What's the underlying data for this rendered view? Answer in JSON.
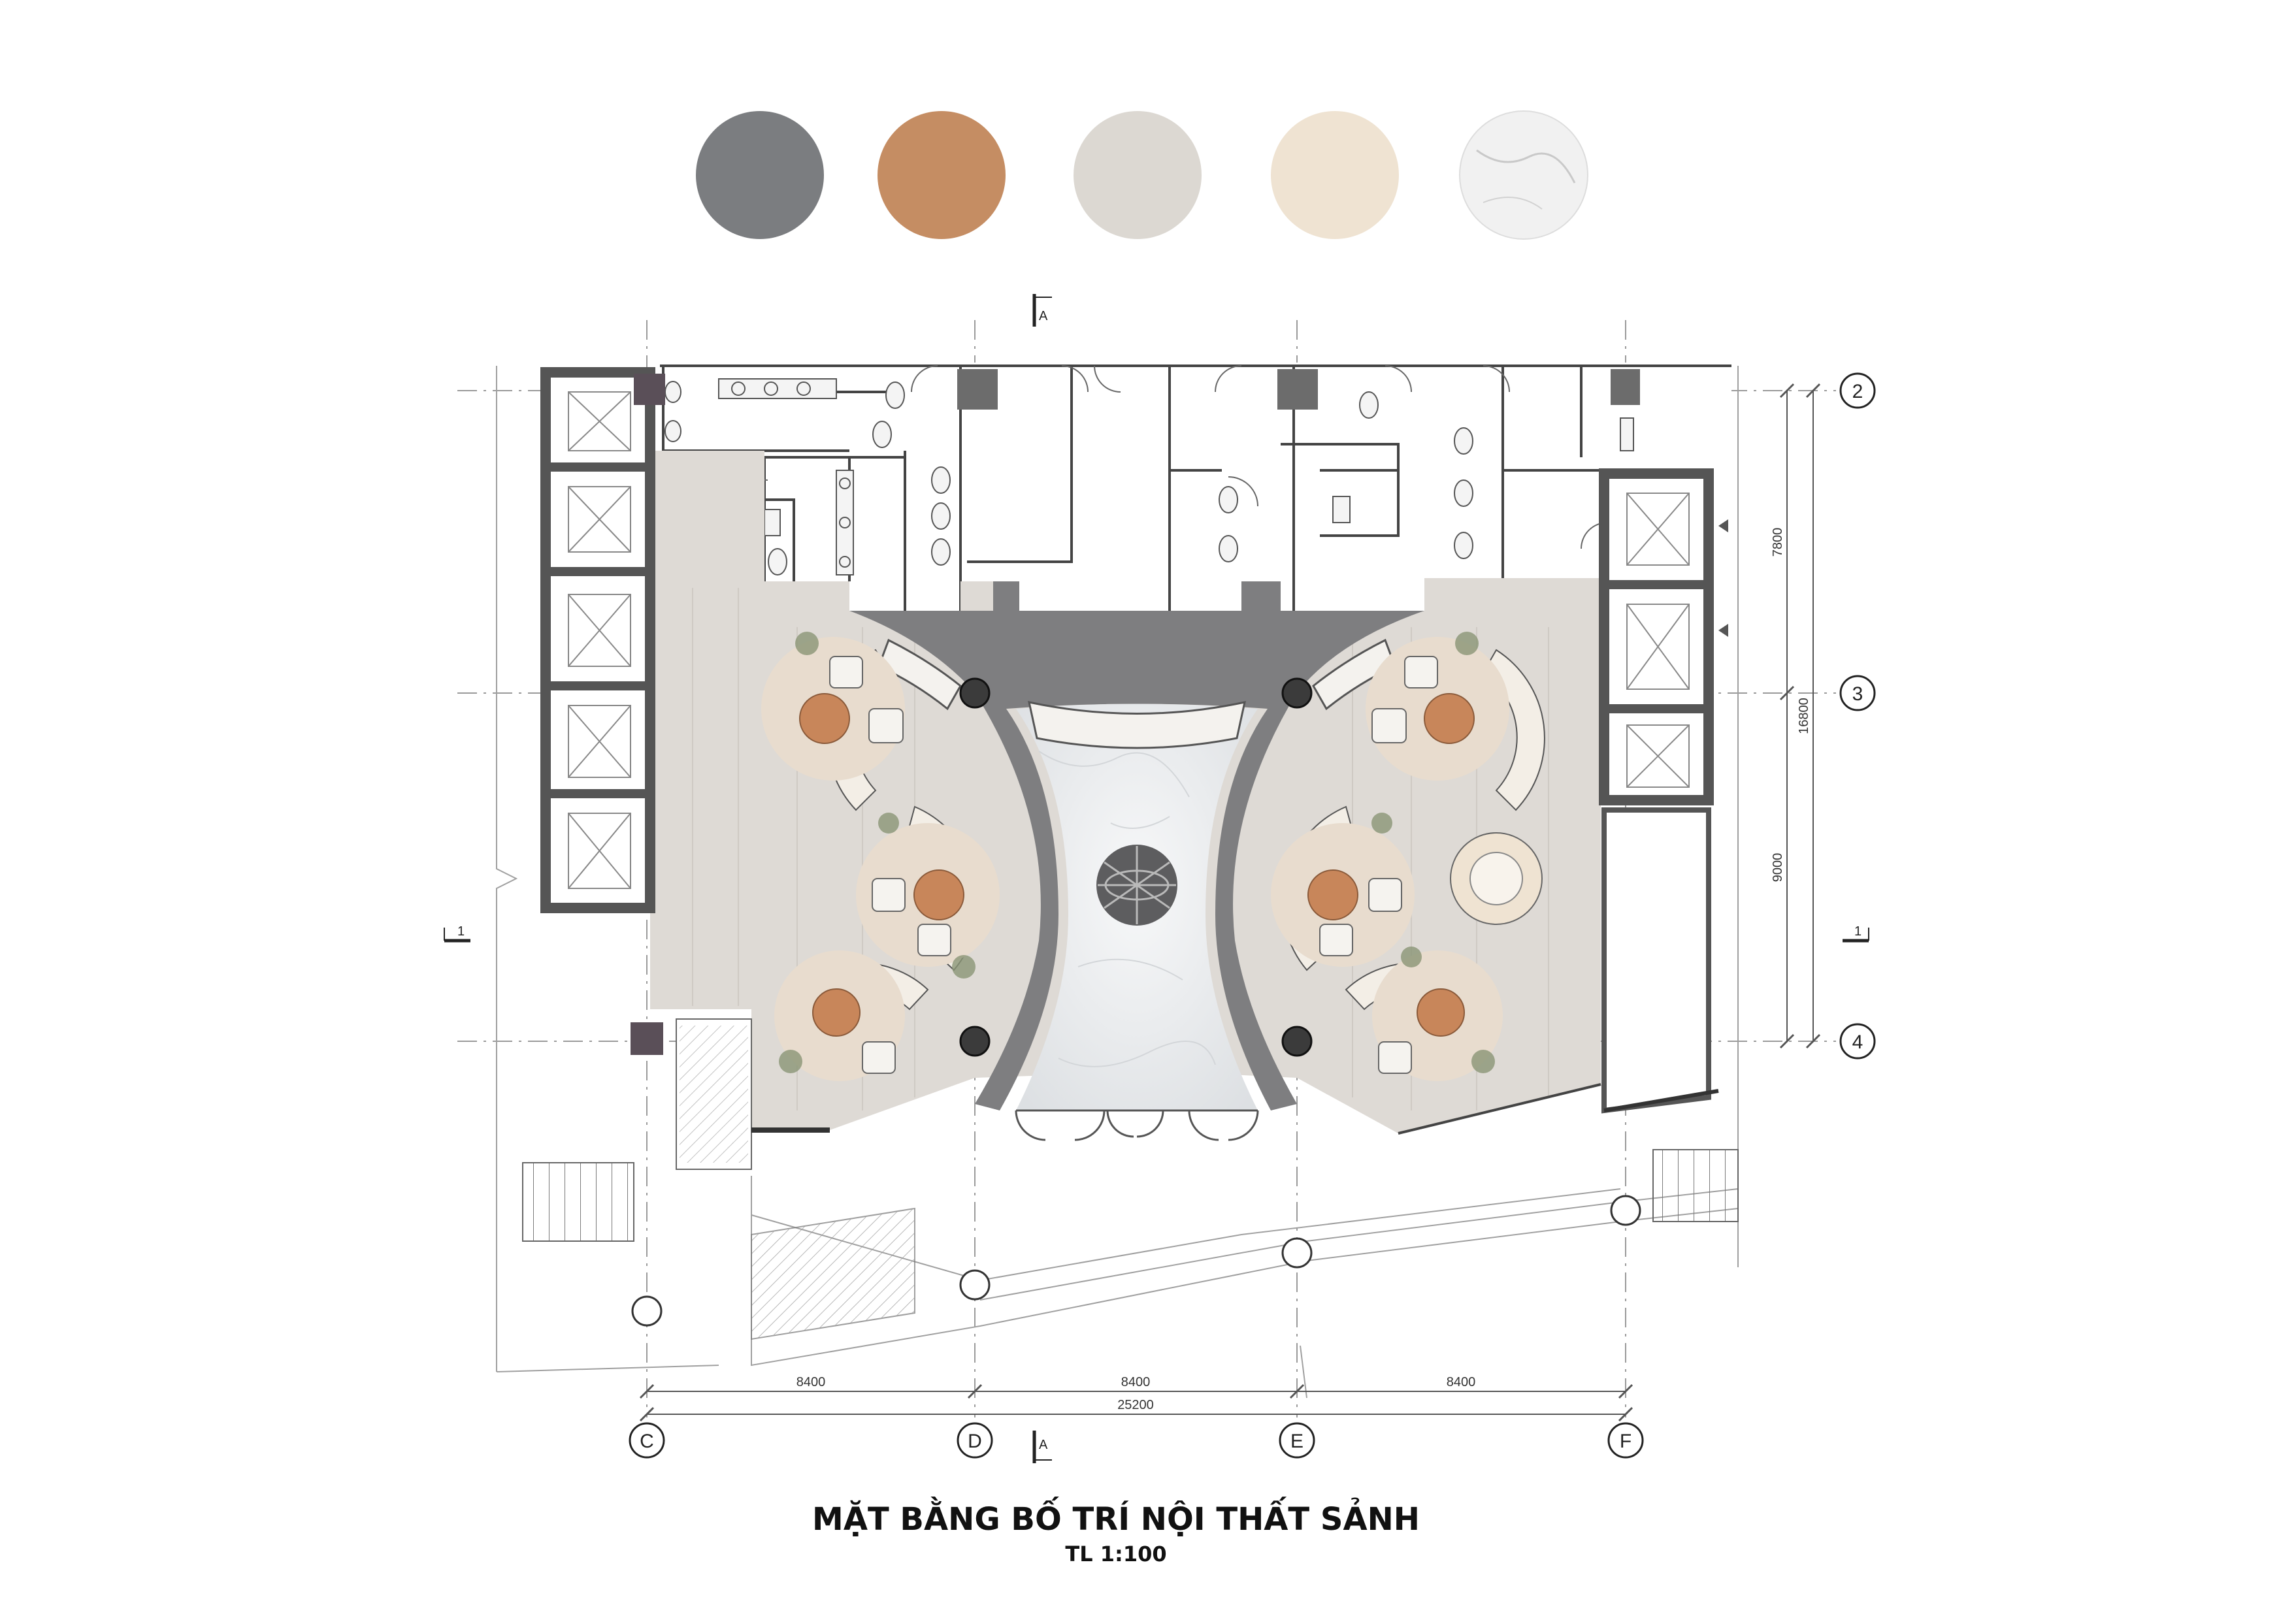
{
  "title": "MẶT BẰNG BỐ TRÍ NỘI THẤT SẢNH",
  "scale": "TL 1:100",
  "materials": [
    {
      "icon": "grey-stone-swatch-icon",
      "color": "#7b7d80"
    },
    {
      "icon": "wood-veneer-swatch-icon",
      "color": "#c58d63"
    },
    {
      "icon": "light-grey-wood-swatch-icon",
      "color": "#dcd8d2"
    },
    {
      "icon": "cream-wood-swatch-icon",
      "color": "#efe3d2"
    },
    {
      "icon": "white-marble-swatch-icon",
      "color": "#f1f1f1"
    }
  ],
  "grid_columns": [
    "C",
    "D",
    "E",
    "F"
  ],
  "grid_rows": [
    "2",
    "3",
    "4"
  ],
  "section_marks": {
    "vertical": "A",
    "horizontal": "1"
  },
  "dimensions": {
    "bottom_spans": [
      "8400",
      "8400",
      "8400"
    ],
    "bottom_total": "25200",
    "right_spans": [
      "7800",
      "9000"
    ],
    "right_total": "16800"
  },
  "colors": {
    "wall": "#555555",
    "floor_wood": "#dedad5",
    "granite": "#7e7e80",
    "marble": "#eef0f1",
    "table_wood": "#c8865a",
    "seat": "#f3eee6"
  }
}
